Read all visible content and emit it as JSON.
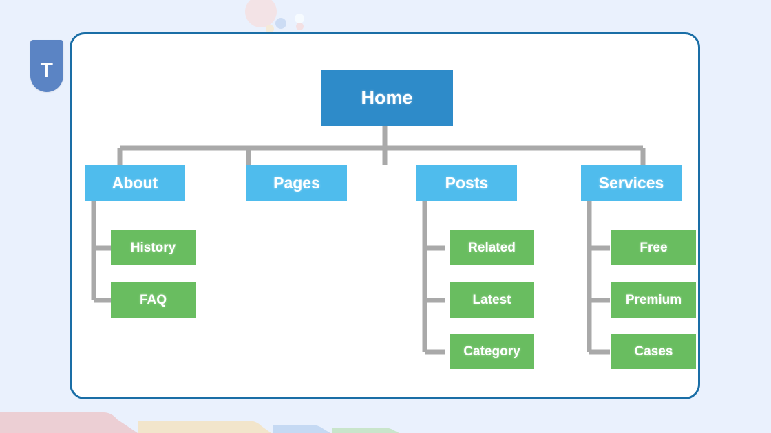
{
  "logo": {
    "letter": "T",
    "color": "#5b84c4"
  },
  "panel": {
    "border_color": "#1a6ea6",
    "background": "#ffffff"
  },
  "palette": {
    "page_background": "#eaf1fd",
    "root_node": "#2e8bc9",
    "level1_node": "#4fbced",
    "level2_node": "#69bd60",
    "connector": "#a9a9a9",
    "node_text": "#ffffff",
    "band_pink": "#eccfd4",
    "band_beige": "#f2e5cb",
    "band_blue": "#c5d9f3",
    "band_green": "#c9e5cb"
  },
  "chart_data": {
    "type": "diagram",
    "subtype": "sitemap-tree",
    "title": "Home",
    "root": {
      "label": "Home"
    },
    "nodes": [
      {
        "id": "home",
        "label": "Home",
        "level": 0,
        "parent": null,
        "color": "#2e8bc9"
      },
      {
        "id": "about",
        "label": "About",
        "level": 1,
        "parent": "home",
        "color": "#4fbced"
      },
      {
        "id": "pages",
        "label": "Pages",
        "level": 1,
        "parent": "home",
        "color": "#4fbced"
      },
      {
        "id": "posts",
        "label": "Posts",
        "level": 1,
        "parent": "home",
        "color": "#4fbced"
      },
      {
        "id": "services",
        "label": "Services",
        "level": 1,
        "parent": "home",
        "color": "#4fbced"
      },
      {
        "id": "history",
        "label": "History",
        "level": 2,
        "parent": "about",
        "color": "#69bd60"
      },
      {
        "id": "faq",
        "label": "FAQ",
        "level": 2,
        "parent": "about",
        "color": "#69bd60"
      },
      {
        "id": "related",
        "label": "Related",
        "level": 2,
        "parent": "posts",
        "color": "#69bd60"
      },
      {
        "id": "latest",
        "label": "Latest",
        "level": 2,
        "parent": "posts",
        "color": "#69bd60"
      },
      {
        "id": "category",
        "label": "Category",
        "level": 2,
        "parent": "posts",
        "color": "#69bd60"
      },
      {
        "id": "free",
        "label": "Free",
        "level": 2,
        "parent": "services",
        "color": "#69bd60"
      },
      {
        "id": "premium",
        "label": "Premium",
        "level": 2,
        "parent": "services",
        "color": "#69bd60"
      },
      {
        "id": "cases",
        "label": "Cases",
        "level": 2,
        "parent": "services",
        "color": "#69bd60"
      }
    ],
    "edges": [
      [
        "home",
        "about"
      ],
      [
        "home",
        "pages"
      ],
      [
        "home",
        "posts"
      ],
      [
        "home",
        "services"
      ],
      [
        "about",
        "history"
      ],
      [
        "about",
        "faq"
      ],
      [
        "posts",
        "related"
      ],
      [
        "posts",
        "latest"
      ],
      [
        "posts",
        "category"
      ],
      [
        "services",
        "free"
      ],
      [
        "services",
        "premium"
      ],
      [
        "services",
        "cases"
      ]
    ]
  },
  "tree": {
    "root": {
      "label": "Home"
    },
    "about": {
      "label": "About"
    },
    "pages": {
      "label": "Pages"
    },
    "posts": {
      "label": "Posts"
    },
    "services": {
      "label": "Services"
    },
    "history": {
      "label": "History"
    },
    "faq": {
      "label": "FAQ"
    },
    "related": {
      "label": "Related"
    },
    "latest": {
      "label": "Latest"
    },
    "category": {
      "label": "Category"
    },
    "free": {
      "label": "Free"
    },
    "premium": {
      "label": "Premium"
    },
    "cases": {
      "label": "Cases"
    }
  }
}
